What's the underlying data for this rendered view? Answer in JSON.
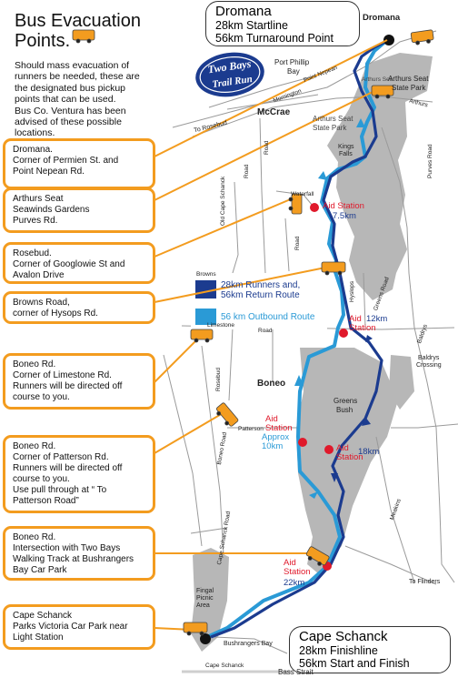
{
  "header": {
    "title_line1": "Bus Evacuation",
    "title_line2": "Points."
  },
  "intro": [
    "Should mass evacuation of",
    "runners be needed, these are",
    "the designated bus pickup",
    "points that can be used.",
    "Bus Co. Ventura has been",
    "advised of these possible",
    "locations."
  ],
  "callouts": [
    {
      "lines": [
        "Dromana.",
        "Corner of Permien St. and",
        "Point Nepean Rd."
      ]
    },
    {
      "lines": [
        "Arthurs Seat",
        "Seawinds Gardens",
        "Purves Rd."
      ]
    },
    {
      "lines": [
        "Rosebud.",
        "Corner of Googlowie St and",
        "Avalon Drive"
      ]
    },
    {
      "lines": [
        "Browns Road,",
        "corner of Hysops Rd."
      ]
    },
    {
      "lines": [
        "Boneo Rd.",
        "Corner of Limestone Rd.",
        "Runners will be directed off",
        "course to you."
      ]
    },
    {
      "lines": [
        "Boneo Rd.",
        "Corner of Patterson Rd.",
        "Runners will be directed off",
        "course to you.",
        "Use pull through at “ To",
        "Patterson Road”"
      ]
    },
    {
      "lines": [
        "Boneo Rd.",
        "Intersection with Two Bays",
        "Walking Track at Bushrangers",
        "Bay Car Park"
      ]
    },
    {
      "lines": [
        "Cape Schanck",
        "Parks Victoria Car Park near",
        "Light Station"
      ]
    }
  ],
  "start_box": {
    "title": "Dromana",
    "line1": "28km Startline",
    "line2": "56km Turnaround Point"
  },
  "finish_box": {
    "title": "Cape Schanck",
    "line1": "28km Finishline",
    "line2": "56km Start and Finish"
  },
  "logo": {
    "line1": "Two Bays",
    "line2": "Trail Run"
  },
  "legend": {
    "dark_line1": "28km Runners and,",
    "dark_line2": "56km Return Route",
    "light": "56 km Outbound Route",
    "dark_color": "#1b3b8f",
    "light_color": "#2a9ad6"
  },
  "aid_stations": [
    {
      "line1": "Aid Station",
      "line2": ""
    },
    {
      "line1": "Aid",
      "line2": "Station"
    },
    {
      "line1": "Aid",
      "line2": "Station"
    },
    {
      "line1": "Aid",
      "line2": "Station"
    },
    {
      "line1": "Aid",
      "line2": "Station"
    }
  ],
  "distances": {
    "d1": "7.5km",
    "d2": "12km",
    "d3_line1": "Approx",
    "d3_line2": "10km",
    "d4": "18km",
    "d5": "22km"
  },
  "places": {
    "dromana": "Dromana",
    "port_phillip_1": "Port Phillip",
    "port_phillip_2": "Bay",
    "arthurs_park_1": "Arthurs Seat",
    "arthurs_park_2": "State Park",
    "arthurs_sp2_1": "Arthurs Seat",
    "arthurs_sp2_2": "State Park",
    "mccrae": "McCrae",
    "kings_falls_1": "Kings",
    "kings_falls_2": "Falls",
    "boneo": "Boneo",
    "greens_bush_1": "Greens",
    "greens_bush_2": "Bush",
    "baldrys_1": "Baldrys",
    "baldrys_2": "Crossing",
    "fingal_1": "Fingal",
    "fingal_2": "Picnic",
    "fingal_3": "Area",
    "bushrangers": "Bushrangers Bay",
    "cape_schanck_small": "Cape Schanck",
    "bass_strait": "Bass Strait",
    "to_flinders": "To Flinders",
    "to_rosebud": "To Rosebud"
  },
  "roads": {
    "point_nepean": "Point Nepean",
    "mornington": "Mornington",
    "arthurs_seat_rd": "Arthurs",
    "arthurs_seat_rd_right": "Arthurs Seat",
    "waterfall": "Waterfall",
    "old_cape": "Old Cape Schanck",
    "purves": "Purves Road",
    "browns": "Browns",
    "limestone": "Limestone",
    "road1": "Road",
    "road2": "Road",
    "road3": "Road",
    "road4": "Road",
    "rosebud": "Rosebud",
    "boneo_road": "Boneo Road",
    "greens": "Greens Road",
    "baldrys": "Baldrys",
    "meakins": "Meakins",
    "cape_schanck_rd": "Cape Schanck Road",
    "hyslops": "Hyslops",
    "patterson": "Patterson"
  },
  "map_colors": {
    "park": "#b7b7b7",
    "road": "#9a9a9a",
    "callout_border": "#f39c1f",
    "bus": "#f39c1f",
    "aid_dot": "#e0192b"
  }
}
